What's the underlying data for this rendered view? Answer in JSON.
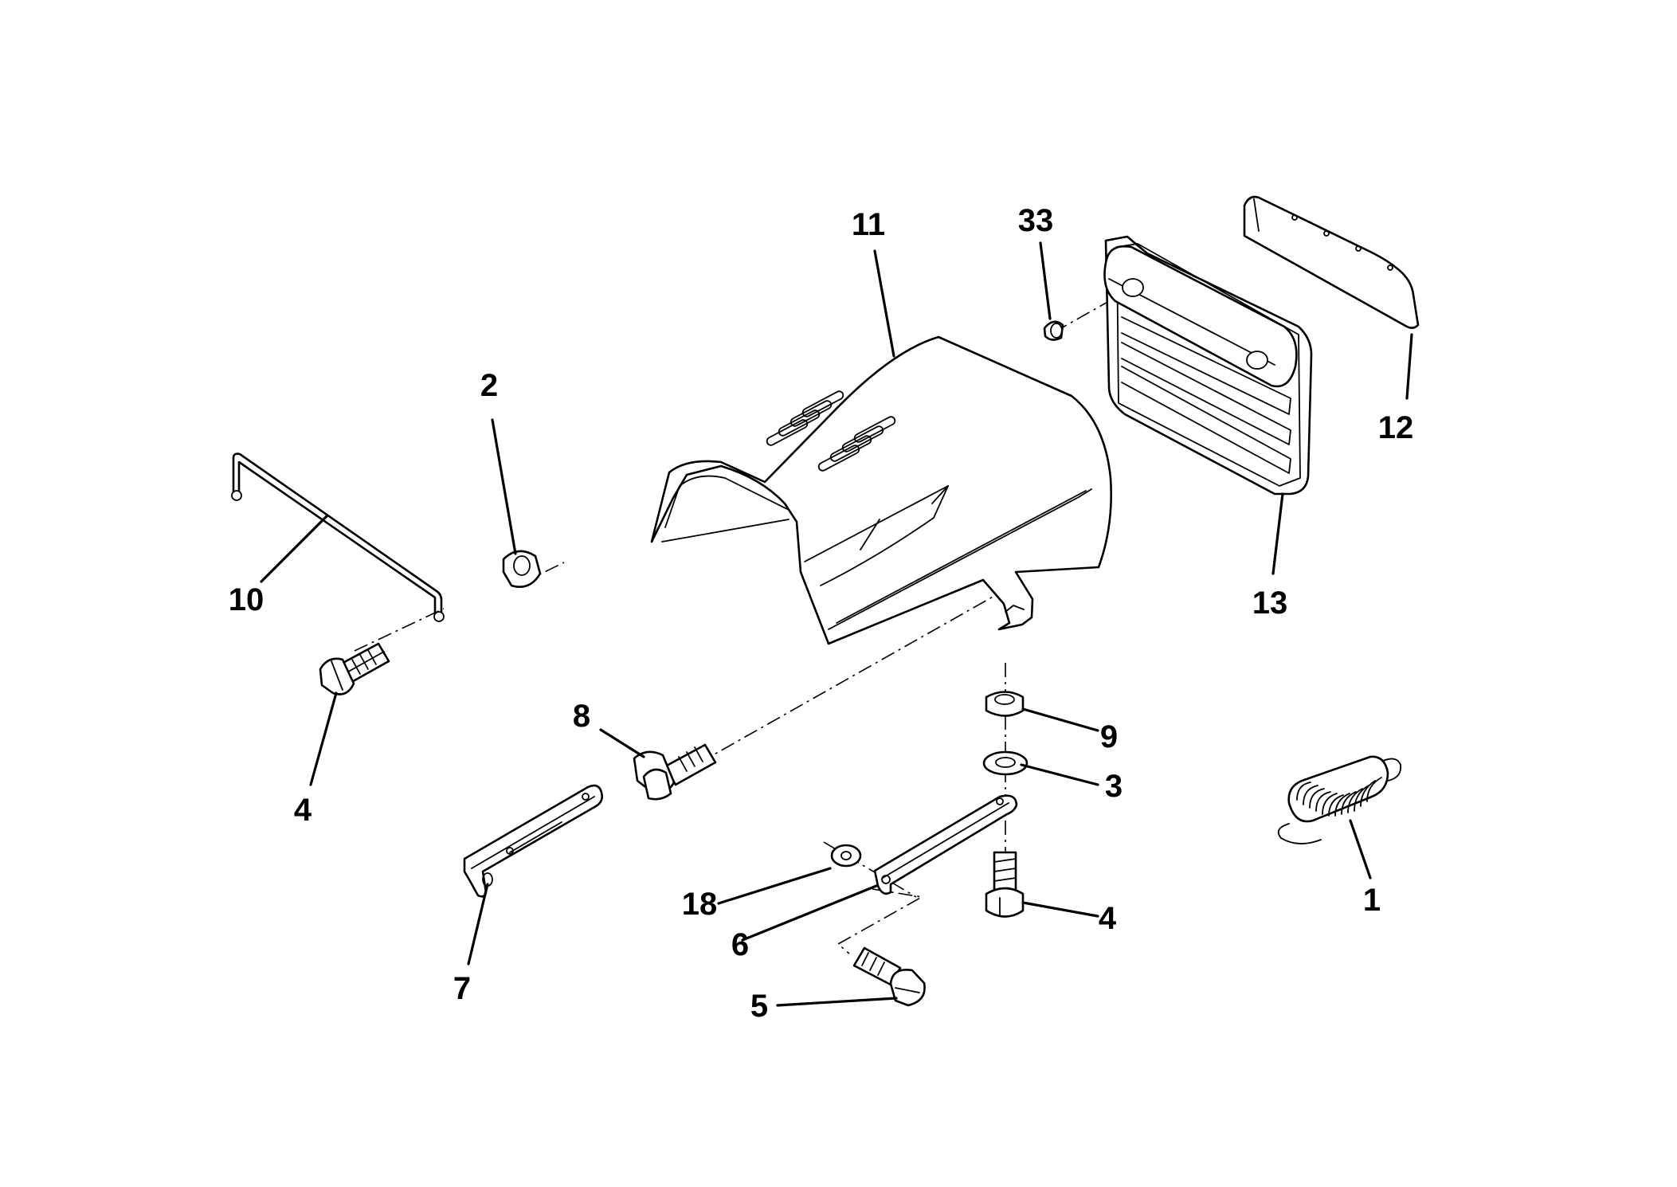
{
  "callouts": {
    "c1": "1",
    "c2": "2",
    "c3": "3",
    "c4a": "4",
    "c4b": "4",
    "c5": "5",
    "c6": "6",
    "c7": "7",
    "c8": "8",
    "c9": "9",
    "c10": "10",
    "c11": "11",
    "c12": "12",
    "c13": "13",
    "c18": "18",
    "c33": "33"
  }
}
